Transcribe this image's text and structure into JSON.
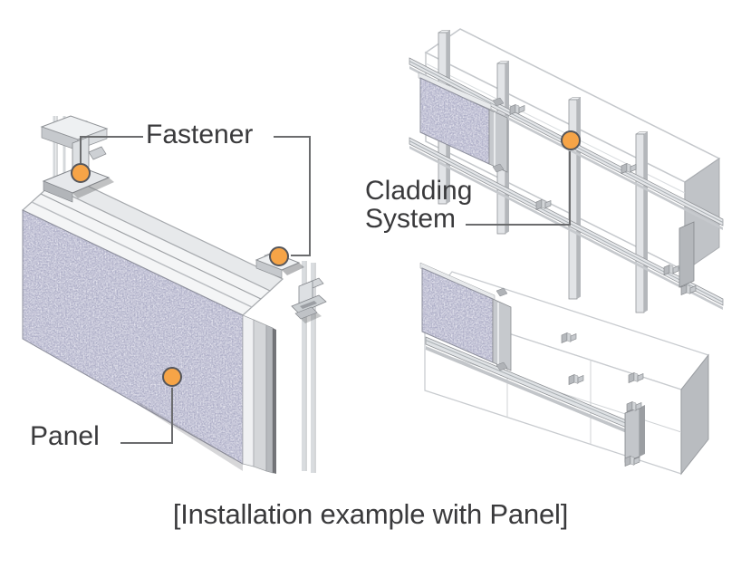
{
  "page": {
    "background": "#FFFFFF"
  },
  "diagram": {
    "caption": "[Installation example with Panel]",
    "labels": {
      "fastener": "Fastener",
      "panel": "Panel",
      "cladding_system": "Cladding\nSystem"
    },
    "markers": [
      {
        "id": "fastener-marker-left",
        "links_label": "Fastener"
      },
      {
        "id": "fastener-marker-right",
        "links_label": "Fastener"
      },
      {
        "id": "panel-marker",
        "links_label": "Panel"
      },
      {
        "id": "cladding-system-marker",
        "links_label": "Cladding System"
      }
    ],
    "colors": {
      "marker_fill": "#F6A447",
      "marker_border": "#55565B",
      "callout_line": "#6B6C6E",
      "label_text": "#3A3A3C",
      "panel_speckle_base": "#A9ABC4",
      "metal_light": "#EEF0F2",
      "metal_mid": "#C9CCD0",
      "metal_dark": "#9A9DA1",
      "wall_outline": "#C5C8CC"
    }
  }
}
